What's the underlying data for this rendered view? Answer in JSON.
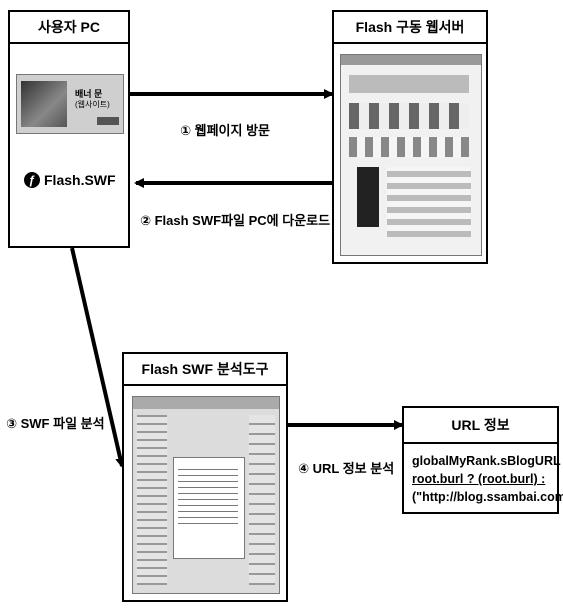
{
  "nodes": {
    "user_pc": {
      "title": "사용자 PC",
      "thumb_text": [
        "배너 문",
        "(웹사이트)"
      ],
      "flash_label": "Flash.SWF"
    },
    "web_server": {
      "title": "Flash 구동 웹서버"
    },
    "analyzer": {
      "title": "Flash SWF 분석도구"
    },
    "url_info": {
      "title": "URL 정보",
      "lines": [
        "globalMyRank.sBlogURL =",
        "root.burl ? (root.burl) :",
        "(\"http://blog.ssambai.com\");"
      ]
    }
  },
  "steps": {
    "step1": "① 웹페이지 방문",
    "step2": "② Flash SWF파일 PC에 다운로드",
    "step3": "③ SWF 파일 분석",
    "step4": "④ URL 정보 분석"
  },
  "colors": {
    "line": "#000000",
    "background": "#ffffff"
  }
}
